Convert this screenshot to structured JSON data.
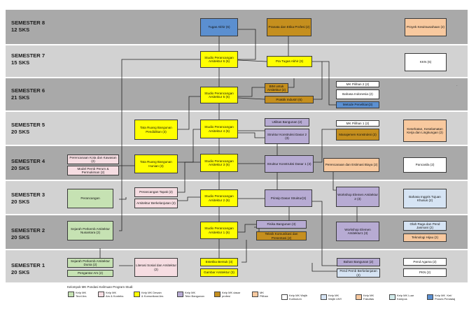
{
  "semesters": [
    {
      "id": "s8",
      "label": "SEMESTER 8\n12 SKS"
    },
    {
      "id": "s7",
      "label": "SEMESTER 7\n15 SKS"
    },
    {
      "id": "s6",
      "label": "SEMESTER 6\n21 SKS"
    },
    {
      "id": "s5",
      "label": "SEMESTER 5\n20 SKS"
    },
    {
      "id": "s4",
      "label": "SEMESTER 4\n20 SKS"
    },
    {
      "id": "s3",
      "label": "SEMESTER 3\n20 SKS"
    },
    {
      "id": "s2",
      "label": "SEMESTER 2\n20 SKS"
    },
    {
      "id": "s1",
      "label": "SEMESTER 1\n20 SKS"
    }
  ],
  "courses": {
    "tugas_akhir": "Tugas Akhir (6)",
    "pranata_etika": "Pranata dan Etika Profesi (2)",
    "proyek_kewirausahaan": "Proyek Kewirausahaan (2)",
    "studio_6": "Studio Perancangan Arsitektur 6 (6)",
    "pra_tugas_akhir": "Pra Tugas Akhir (3)",
    "kkn": "KKN (6)",
    "mk_pilihan_2": "MK Pilihan 2 (2)",
    "bahasa_indonesia": "Bahasa Indonesia (2)",
    "metode_penelitian": "Metode Penelitian(3)",
    "bim": "BIM untuk Arsitektur (2)",
    "praktik_industri": "Praktik Industri (6)",
    "studio_5": "Studio Perancangan Arsitektur 5 (6)",
    "mk_pilihan_1": "MK Pilihan 1 (2)",
    "utilitas": "Utilitas Bangunan (2)",
    "struktur_2": "Struktur Konstruksi Dasar 2 (3)",
    "manajemen_konstruksi": "Manajemen Konstruksi (2)",
    "k3": "Kesehatan, Keselamatan Kerja dan Lingkungan (2)",
    "tata_ruang_pendidikan": "Tata Ruang Bangunan Pendidikan (3)",
    "studio_4": "Studio Perancangan Arsitektur 4 (6)",
    "perencanaan_kota": "Perencanaan Kota dan Kawasan (2)",
    "model_pemb": "Model Pemb Perum & Permukiman (2)",
    "tata_ruang_hunian": "Tata Ruang Bangunan Hunian (3)",
    "studio_3": "Studio Perancangan Arsitektur 3 (6)",
    "struktur_1": "Struktur Konstruksi Dasar 1 (3)",
    "estimasi_biaya": "Perencanaan dan Estimasi Biaya (2)",
    "pancasila": "Pancasila (2)",
    "perancangan_2": "Perancangan",
    "perancangan_tapak": "Perancangan Tapak (2)",
    "arsitektur_berkelanjutan": "Arsitektur Berkelanjutan (2)",
    "studio_2": "Studio Perancangan Arsitektur 2 (6)",
    "prinsip_struktur": "Prinsip Dasar Struktur(3)",
    "workshop_2": "Workshop Elemen Arsitektur 2 (3)",
    "bahasa_inggris": "Bahasa Inggris Tujuan Khusus (2)",
    "sejarah_nusantara": "Sejarah Perkemb Arsitektur Nusantara (2)",
    "fisika_bangunan": "Fisika Bangunan (3)",
    "teknik_komunikasi": "Teknik Komunikasi dan Presentasi (2)",
    "studio_1": "Studio Perancangan Arsitektur 1 (6)",
    "workshop_1": "Workshop Elemen Arsitektur1 (3)",
    "olahraga": "Olah Raga dan Pend Jasmani (2)",
    "teknologi_hijau": "Teknologi Hijau (2)",
    "sejarah_dunia": "Sejarah Perkemb Arsitektur Dunia (2)",
    "pengantar_ars": "Pengantar Ars (2)",
    "literasi_sosial": "Literasi Sosial dan Arsitektur (2)",
    "estetika_bentuk": "Estetika Bentuk (3)",
    "gambar_arsitektur": "Gambar Arsitektur (3)",
    "bahan_bangunan": "Bahan Bangunan (2)",
    "pend_pemb_berkelanjutan": "Pend Pemb Berkelanjutan (2)",
    "pend_agama": "Pend Agama (2)",
    "pkn": "PKN (2)"
  },
  "legend": {
    "title": "Kelompok MK Pondasi Keilmuan Program Studi:",
    "items": [
      {
        "label": "Kelp MK\nTeori Ars",
        "color": "#c6e2b3"
      },
      {
        "label": "Kelp MK\nArs & Konteks",
        "color": "#f6dde2"
      },
      {
        "label": "Kelp MK Desain\n& Komunikasi Ars",
        "color": "#ffff00"
      },
      {
        "label": "Kelp MK\nTekn Bangunan",
        "color": "#b7abd3"
      },
      {
        "label": "Kelp MK dasar\nprofesi",
        "color": "#c58f1e"
      },
      {
        "label": "MK\nPilihan",
        "color": "#f8c99f"
      },
      {
        "label": "Kelp MK Wajib\nKurikulum",
        "color": "#ffffff"
      },
      {
        "label": "Kelp MK\nWajib UNY",
        "color": "#d6e4f4"
      },
      {
        "label": "Kelp MK\nFakultas",
        "color": "#f8c99f"
      },
      {
        "label": "Kelp MK Luar\nKampus",
        "color": "#d3ecec"
      },
      {
        "label": "Kelp MK  Ket/\nProses Pendalaj",
        "color": "#5b8fd0"
      }
    ]
  }
}
